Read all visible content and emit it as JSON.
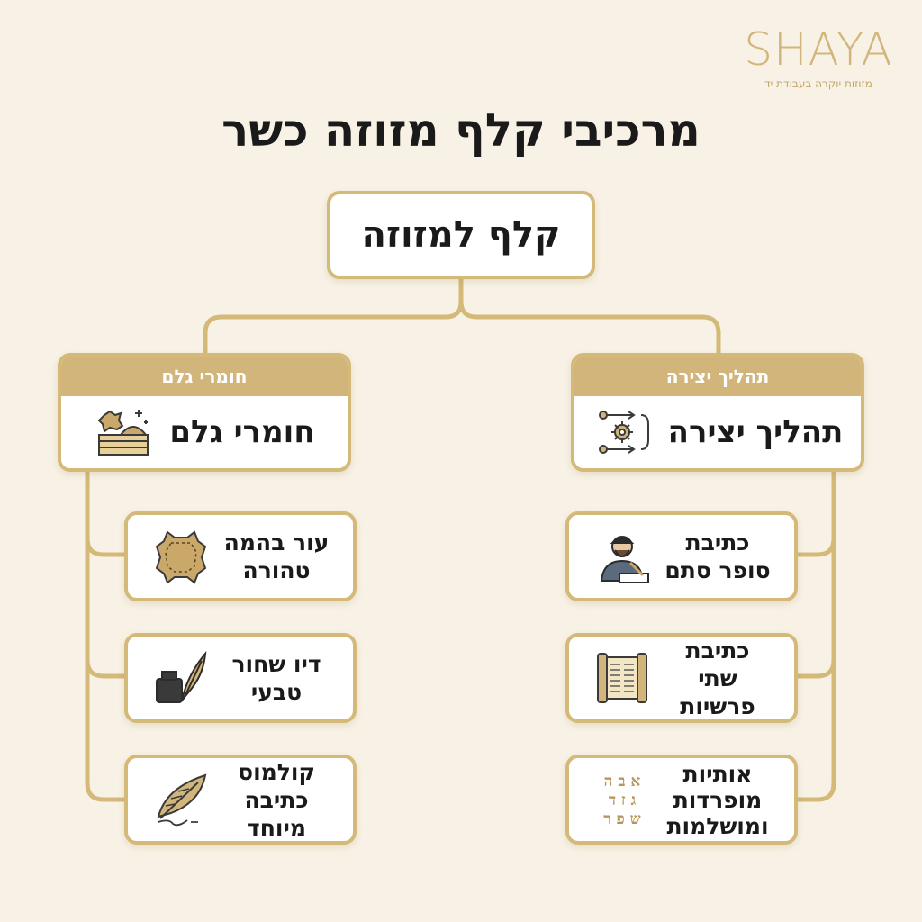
{
  "brand": {
    "name": "SHAYA",
    "tagline": "מזוזות יוקרה בעבודת יד"
  },
  "title": "מרכיבי קלף מזוזה כשר",
  "root": {
    "label": "קלף למזוזה"
  },
  "categories": [
    {
      "header": "תהליך יצירה",
      "label": "תהליך יצירה",
      "icon": "process-gear-icon",
      "items": [
        {
          "text": "כתיבת\nסופר סתם",
          "icon": "scribe-writing-icon"
        },
        {
          "text": "כתיבת שתי\nפרשיות",
          "icon": "torah-scroll-icon"
        },
        {
          "text": "אותיות\nמופרדות\nומושלמות",
          "icon": "hebrew-letters-icon",
          "letters": [
            "א ב ה",
            "ג ז ד",
            "ש פ ר"
          ]
        }
      ]
    },
    {
      "header": "חומרי גלם",
      "label": "חומרי גלם",
      "icon": "raw-materials-icon",
      "items": [
        {
          "text": "עור בהמה\nטהורה",
          "icon": "leather-hide-icon"
        },
        {
          "text": "דיו שחור\nטבעי",
          "icon": "ink-bottle-quill-icon"
        },
        {
          "text": "קולמוס\nכתיבה מיוחד",
          "icon": "quill-pen-icon"
        }
      ]
    }
  ],
  "colors": {
    "gold": "#d2b57a",
    "background": "#f8f2e6",
    "text": "#1a1a1a"
  }
}
